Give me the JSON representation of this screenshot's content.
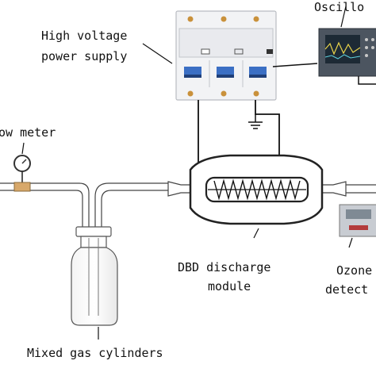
{
  "labels": {
    "hv_line1": "High voltage",
    "hv_line2": "power supply",
    "oscilloscope": "Oscillo",
    "flow_meter": "ow meter",
    "dbd_line1": "DBD discharge",
    "dbd_line2": "module",
    "ozone_line1": "Ozone",
    "ozone_line2": "detect",
    "cylinders": "Mixed gas cylinders"
  }
}
